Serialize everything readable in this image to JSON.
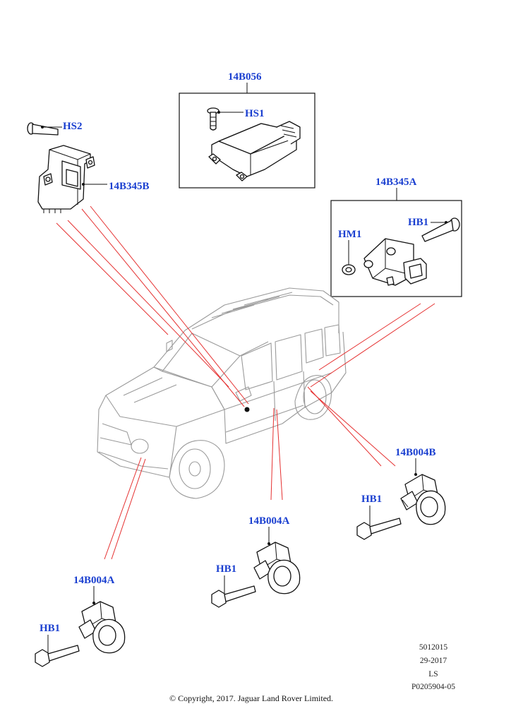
{
  "callouts": {
    "ecu": "14B056",
    "ecu_screw": "HS1",
    "sensor_b_screw": "HS2",
    "sensor_b": "14B345B",
    "sensor_a": "14B345A",
    "sensor_a_nut": "HM1",
    "sensor_a_bolt": "HB1",
    "impact_right": "14B004B",
    "impact_right_bolt": "HB1",
    "impact_mid": "14B004A",
    "impact_mid_bolt": "HB1",
    "impact_left": "14B004A",
    "impact_left_bolt": "HB1"
  },
  "meta": {
    "line1": "5012015",
    "line2": "29-2017",
    "line3": "LS",
    "line4": "P0205904-05"
  },
  "copyright": "© Copyright, 2017. Jaguar Land Rover Limited.",
  "colors": {
    "callout": "#1a3fd0",
    "leader_red": "#e53030",
    "vehicle_outline": "#9a9a9a"
  }
}
